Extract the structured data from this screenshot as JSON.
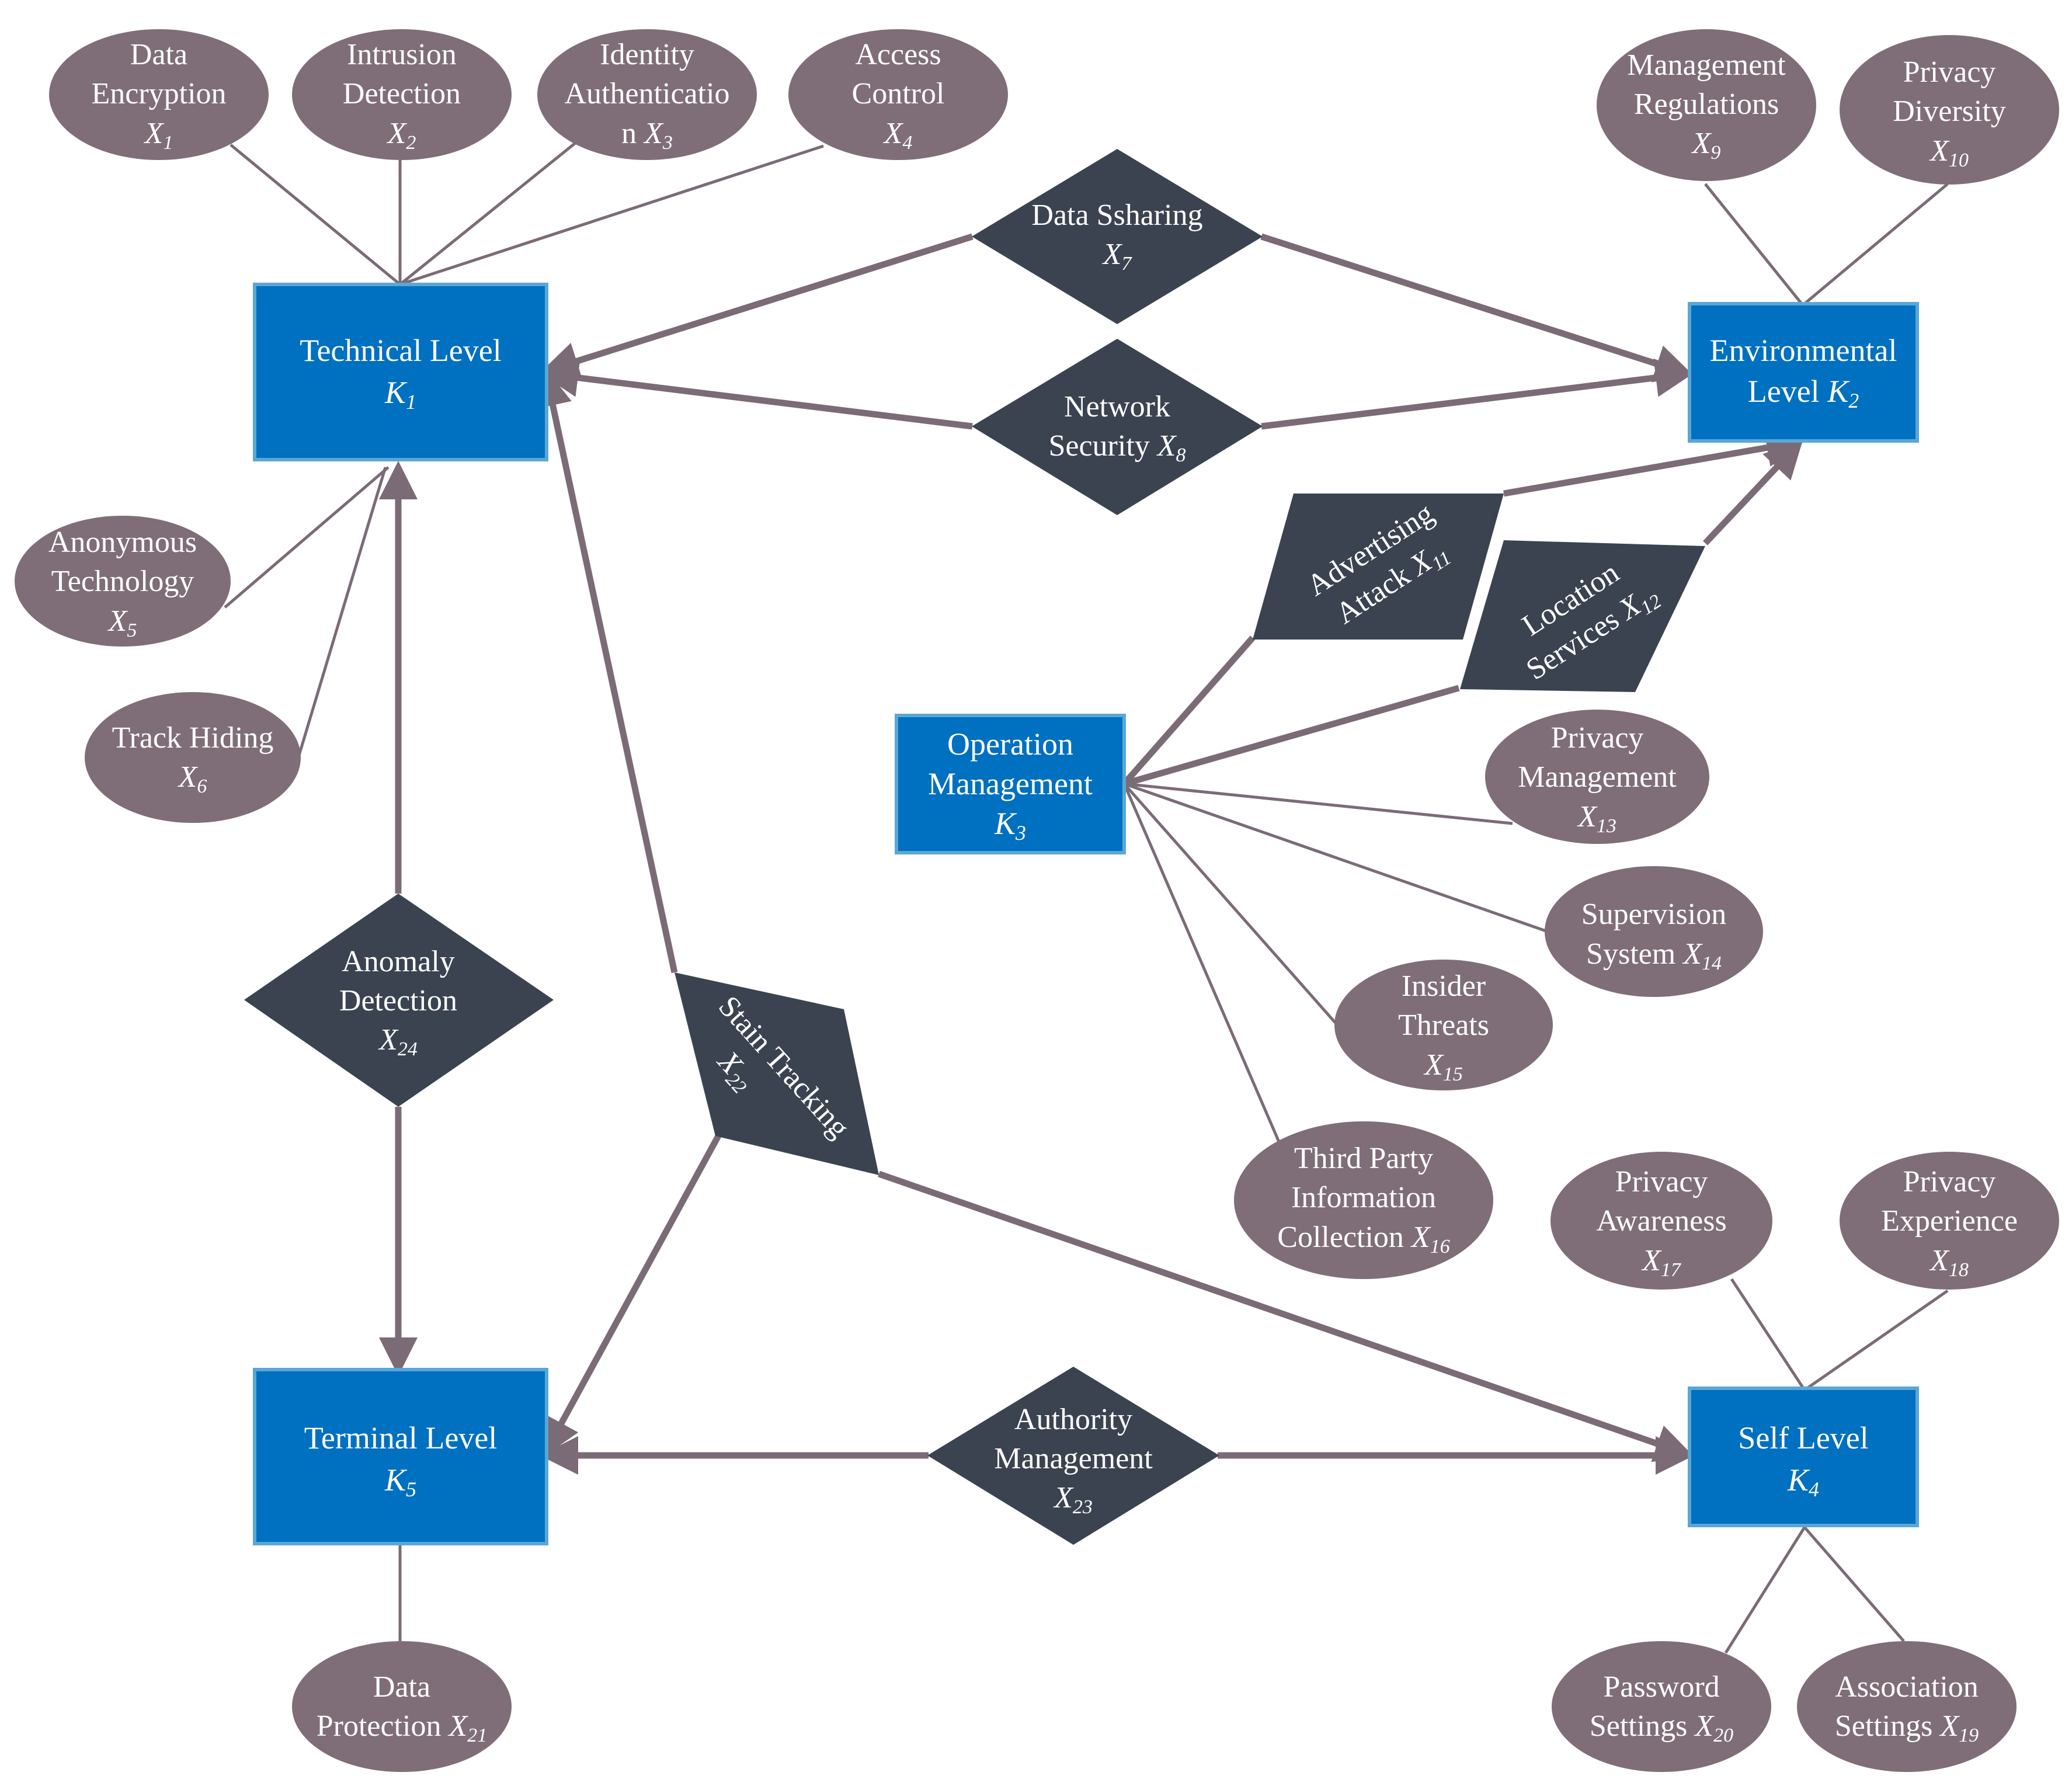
{
  "colors": {
    "box_fill": "#0070c0",
    "box_border": "#5aa7d6",
    "oval_fill": "#7f6e78",
    "diamond_fill": "#3b4350",
    "connector": "#7b6b77",
    "label": "#ffffff"
  },
  "levels": {
    "technical": {
      "name": "Technical Level",
      "sym": "K",
      "sub": "1"
    },
    "environmental": {
      "line1": "Environmental",
      "line2": "Level",
      "sym": "K",
      "sub": "2"
    },
    "operation": {
      "line1": "Operation",
      "line2": "Management",
      "sym": "K",
      "sub": "3"
    },
    "self": {
      "name": "Self Level",
      "sym": "K",
      "sub": "4"
    },
    "terminal": {
      "name": "Terminal Level",
      "sym": "K",
      "sub": "5"
    }
  },
  "factors": {
    "x1": {
      "line1": "Data",
      "line2": "Encryption",
      "sym": "X",
      "sub": "1"
    },
    "x2": {
      "line1": "Intrusion",
      "line2": "Detection",
      "sym": "X",
      "sub": "2"
    },
    "x3": {
      "line1": "Identity",
      "line2": "Authenticatio",
      "line3": "n",
      "sym": "X",
      "sub": "3"
    },
    "x4": {
      "line1": "Access",
      "line2": "Control",
      "sym": "X",
      "sub": "4"
    },
    "x5": {
      "line1": "Anonymous",
      "line2": "Technology",
      "sym": "X",
      "sub": "5"
    },
    "x6": {
      "line1": "Track Hiding",
      "sym": "X",
      "sub": "6"
    },
    "x7": {
      "line1": "Data Ssharing",
      "sym": "X",
      "sub": "7"
    },
    "x8": {
      "line1": "Network",
      "line2": "Security",
      "sym": "X",
      "sub": "8"
    },
    "x9": {
      "line1": "Management",
      "line2": "Regulations",
      "sym": "X",
      "sub": "9"
    },
    "x10": {
      "line1": "Privacy",
      "line2": "Diversity",
      "sym": "X",
      "sub": "10"
    },
    "x11": {
      "line1": "Advertising",
      "line2": "Attack",
      "sym": "X",
      "sub": "11"
    },
    "x12": {
      "line1": "Location",
      "line2": "Services",
      "sym": "X",
      "sub": "12"
    },
    "x13": {
      "line1": "Privacy",
      "line2": "Management",
      "sym": "X",
      "sub": "13"
    },
    "x14": {
      "line1": "Supervision",
      "line2": "System",
      "sym": "X",
      "sub": "14"
    },
    "x15": {
      "line1": "Insider",
      "line2": "Threats",
      "sym": "X",
      "sub": "15"
    },
    "x16": {
      "line1": "Third Party",
      "line2": "Information",
      "line3": "Collection",
      "sym": "X",
      "sub": "16"
    },
    "x17": {
      "line1": "Privacy",
      "line2": "Awareness",
      "sym": "X",
      "sub": "17"
    },
    "x18": {
      "line1": "Privacy",
      "line2": "Experience",
      "sym": "X",
      "sub": "18"
    },
    "x19": {
      "line1": "Association",
      "line2": "Settings",
      "sym": "X",
      "sub": "19"
    },
    "x20": {
      "line1": "Password",
      "line2": "Settings",
      "sym": "X",
      "sub": "20"
    },
    "x21": {
      "line1": "Data",
      "line2": "Protection",
      "sym": "X",
      "sub": "21"
    },
    "x22": {
      "line1": "Stain Tracking",
      "sym": "X",
      "sub": "22"
    },
    "x23": {
      "line1": "Authority",
      "line2": "Management",
      "sym": "X",
      "sub": "23"
    },
    "x24": {
      "line1": "Anomaly",
      "line2": "Detection",
      "sym": "X",
      "sub": "24"
    }
  }
}
